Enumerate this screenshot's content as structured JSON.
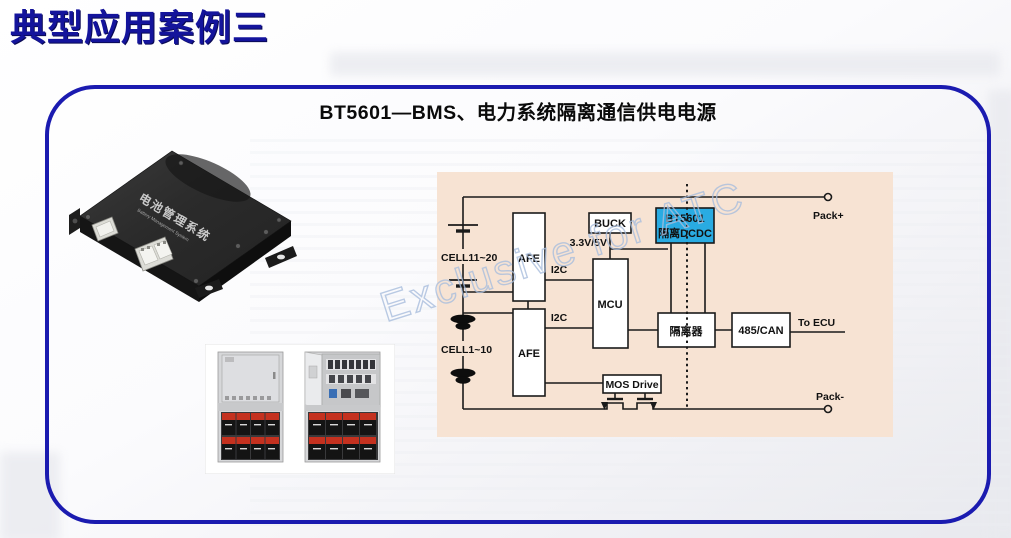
{
  "page": {
    "title": "典型应用案例三",
    "subtitle": "BT5601—BMS、电力系统隔离通信供电电源",
    "watermark": "Exclusive for ATC"
  },
  "device_photo": {
    "label_cn": "电池管理系统",
    "label_en": "Battery Management System"
  },
  "diagram": {
    "cells": {
      "top_group": "CELL11~20",
      "bottom_group": "CELL1~10"
    },
    "blocks": {
      "afe_top": "AFE",
      "afe_bottom": "AFE",
      "buck": "BUCK",
      "mcu": "MCU",
      "dcdc_line1": "BT5601",
      "dcdc_line2": "隔离DCDC",
      "isolator": "隔离器",
      "transceiver": "485/CAN",
      "mos_drive": "MOS Drive"
    },
    "nets": {
      "supply": "3.3V/5V",
      "i2c_top": "I2C",
      "i2c_bottom": "I2C",
      "to_ecu": "To ECU",
      "pack_plus": "Pack+",
      "pack_minus": "Pack-"
    },
    "colors": {
      "panel_bg": "#f7e3d3",
      "highlight_block": "#29abe2",
      "block_bg": "#ffffff",
      "wire": "#1a1a1a"
    }
  },
  "colors": {
    "title_blue": "#14149c",
    "frame_border": "#1b1bb0",
    "watermark_outline": "#a9bedd"
  }
}
